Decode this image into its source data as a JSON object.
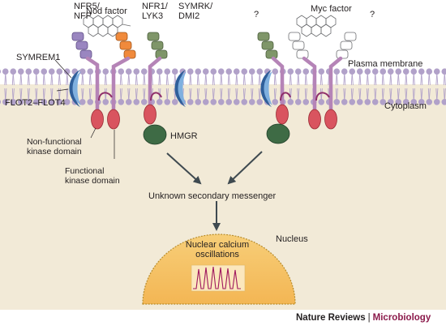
{
  "labels": {
    "nfr5": [
      "NFR5/",
      "NFP"
    ],
    "nod_factor": "Nod factor",
    "nfr1": [
      "NFR1/",
      "LYK3"
    ],
    "symrk": [
      "SYMRK/",
      "DMI2"
    ],
    "question_left": "?",
    "myc_factor": "Myc factor",
    "question_right": "?",
    "symrem1": "SYMREM1",
    "plasma_membrane": "Plasma membrane",
    "cytoplasm": "Cytoplasm",
    "flot": "FLOT2–FLOT4",
    "nonfunctional_kinase": [
      "Non-functional",
      "kinase domain"
    ],
    "functional_kinase": [
      "Functional",
      "kinase domain"
    ],
    "hmgr": "HMGR",
    "secondary_messenger": "Unknown secondary messenger",
    "nucleus": "Nucleus",
    "calcium": [
      "Nuclear calcium",
      "oscillations"
    ]
  },
  "credit": {
    "publisher": "Nature Reviews",
    "separator": "|",
    "journal": "Microbiology"
  },
  "colors": {
    "receptor_purple": "#9a86c0",
    "receptor_orange": "#f08a3c",
    "receptor_green": "#7f9669",
    "stalk": "#b584b7",
    "kinase": "#d9545f",
    "hmgr": "#3e6b45",
    "symrem": "#2f5f9a",
    "membrane": "#b1a1c9",
    "cytoplasm": "#f2ead7",
    "nucleus": "#f6c46a",
    "calcium_trace": "#a0185e"
  }
}
